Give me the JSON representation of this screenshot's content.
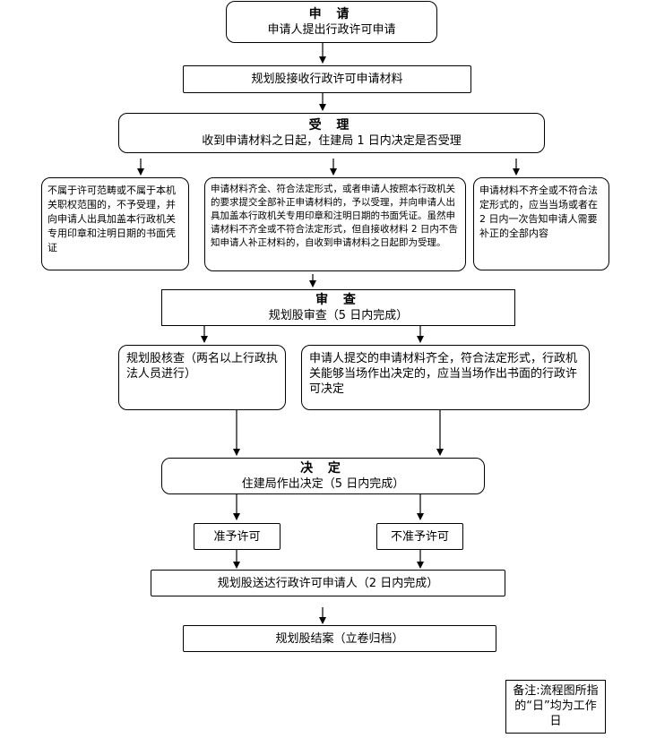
{
  "apply": {
    "title": "申 请",
    "text": "申请人提出行政许可申请"
  },
  "receive": {
    "text": "规划股接收行政许可申请材料"
  },
  "accept": {
    "title": "受 理",
    "text": "收到申请材料之日起，住建局 1 日内决定是否受理"
  },
  "left_branch": {
    "text": "不属于许可范畴或不属于本机关职权范围的，不予受理，并向申请人出具加盖本行政机关专用印章和注明日期的书面凭证"
  },
  "center_branch": {
    "text": "申请材料齐全、符合法定形式，或者申请人按照本行政机关的要求提交全部补正申请材料的，予以受理，并向申请人出具加盖本行政机关专用印章和注明日期的书面凭证。虽然申请材料不齐全或不符合法定形式，但自接收材料 2 日内不告知申请人补正材料的，自收到申请材料之日起即为受理。"
  },
  "right_branch": {
    "text": "申请材料不齐全或不符合法定形式的，应当当场或者在 2 日内一次告知申请人需要补正的全部内容"
  },
  "review": {
    "title": "审 查",
    "text": "规划股审查（5 日内完成）"
  },
  "review_left": {
    "text": "规划股核查（两名以上行政执法人员进行）"
  },
  "review_right": {
    "text": "申请人提交的申请材料齐全，符合法定形式，行政机关能够当场作出决定的，应当当场作出书面的行政许可决定"
  },
  "decision": {
    "title": "决 定",
    "text": "住建局作出决定（5 日内完成）"
  },
  "approve": {
    "text": "准予许可"
  },
  "deny": {
    "text": "不准予许可"
  },
  "deliver": {
    "text": "规划股送达行政许可申请人（2 日内完成）"
  },
  "close": {
    "text": "规划股结案（立卷归档）"
  },
  "note": {
    "text": "备注:流程图所指的“日”均为工作日"
  }
}
